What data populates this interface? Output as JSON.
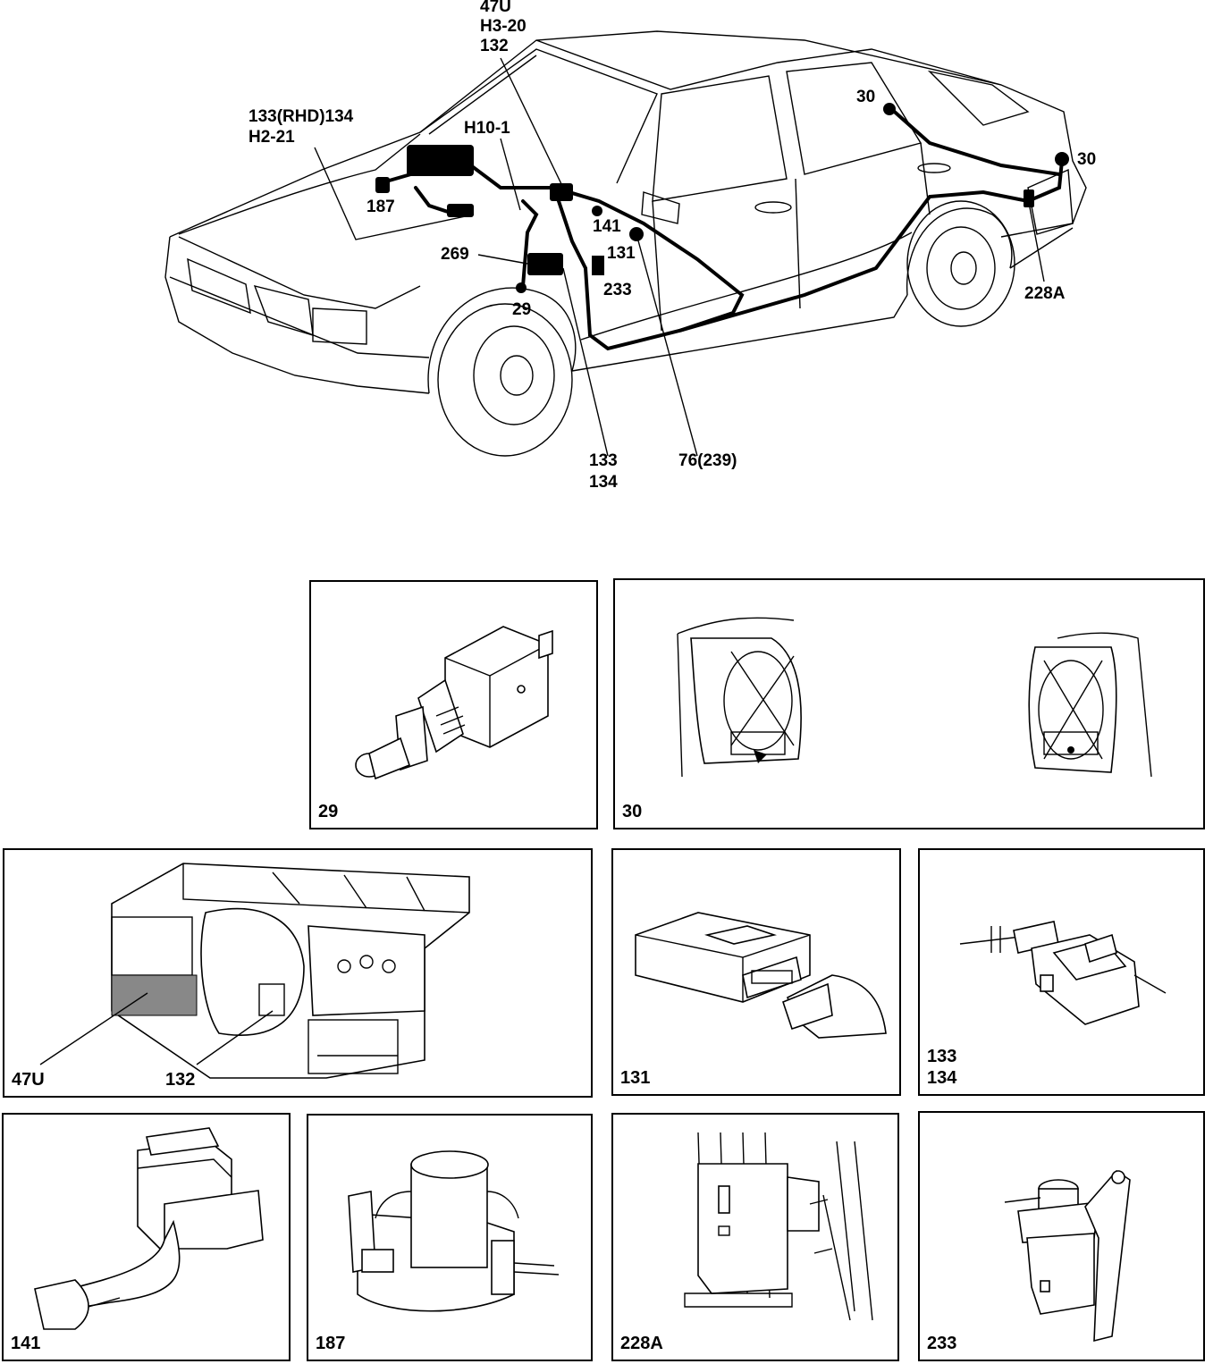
{
  "overview": {
    "labels": {
      "l47u": "47U",
      "lh320": "H3-20",
      "l132top": "132",
      "l133rhd": "133(RHD)134",
      "lh221": "H2-21",
      "lh101": "H10-1",
      "l187": "187",
      "l269": "269",
      "l141": "141",
      "l131": "131",
      "l233": "233",
      "l29": "29",
      "l30a": "30",
      "l30b": "30",
      "l228a": "228A",
      "l133": "133",
      "l134": "134",
      "l76": "76(239)"
    }
  },
  "panels": {
    "p29": "29",
    "p30": "30",
    "p47u": "47U",
    "p132": "132",
    "p131": "131",
    "p133": "133",
    "p134": "134",
    "p141": "141",
    "p187": "187",
    "p228a": "228A",
    "p233": "233"
  }
}
